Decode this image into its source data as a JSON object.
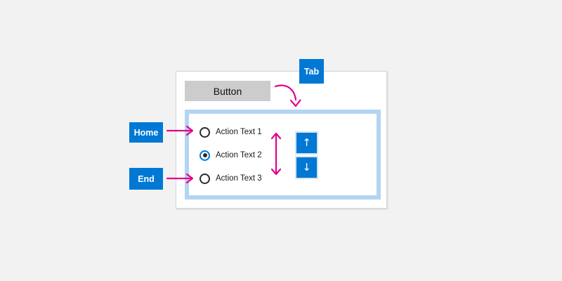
{
  "colors": {
    "accent_blue": "#0078d4",
    "arrow_pink": "#e3008c",
    "container_border_blue": "#b3d4f2",
    "button_gray": "#cccccc",
    "background": "#f2f2f2",
    "radio_dark": "#2b2b2b"
  },
  "badges": {
    "tab": "Tab",
    "home": "Home",
    "end": "End"
  },
  "window": {
    "button_label": "Button",
    "list": {
      "items": [
        {
          "label": "Action Text 1",
          "selected": false
        },
        {
          "label": "Action Text 2",
          "selected": true
        },
        {
          "label": "Action Text 3",
          "selected": false
        }
      ]
    },
    "spinner": {
      "up_icon": "↑",
      "down_icon": "↓"
    }
  }
}
